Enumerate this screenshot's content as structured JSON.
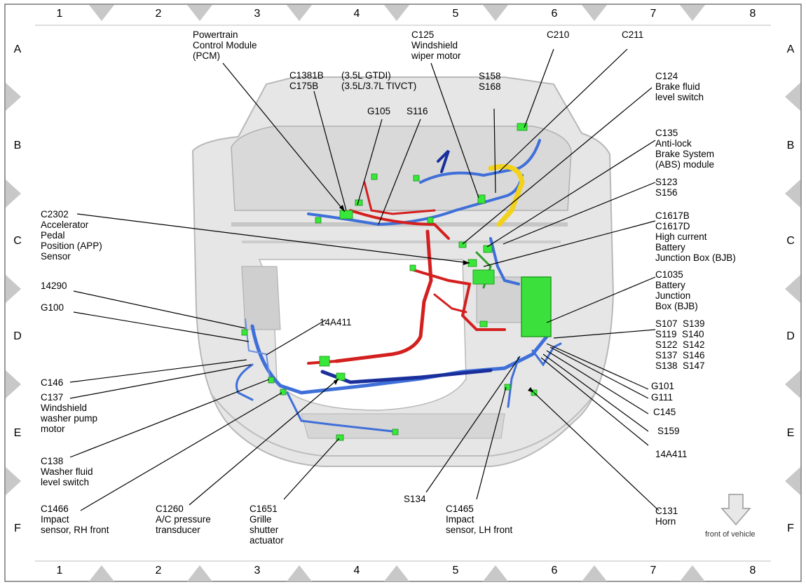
{
  "grid": {
    "columns": [
      "1",
      "2",
      "3",
      "4",
      "5",
      "6",
      "7",
      "8"
    ],
    "rows": [
      "A",
      "B",
      "C",
      "D",
      "E",
      "F"
    ]
  },
  "labels": {
    "pcm": "Powertrain\nControl Module\n(PCM)",
    "c1381b": "C1381B\nC175B",
    "engine_variants": "(3.5L GTDI)\n(3.5L/3.7L TIVCT)",
    "g105": "G105",
    "s116": "S116",
    "c125": "C125\nWindshield\nwiper motor",
    "s158": "S158\nS168",
    "c210": "C210",
    "c211": "C211",
    "c124": "C124\nBrake fluid\nlevel switch",
    "c135": "C135\nAnti-lock\nBrake System\n(ABS) module",
    "s123": "S123\nS156",
    "c1617": "C1617B\nC1617D\nHigh current\nBattery\nJunction Box (BJB)",
    "c1035": "C1035\nBattery\nJunction\nBox (BJB)",
    "splices": "S107  S139\nS119  S140\nS122  S142\nS137  S146\nS138  S147",
    "g101": "G101",
    "g111": "G111",
    "c145": "C145",
    "s159": "S159",
    "14a411_right": "14A411",
    "c131": "C131\nHorn",
    "c2302": "C2302\nAccelerator\nPedal\nPosition (APP)\nSensor",
    "14290": "14290",
    "g100": "G100",
    "14a411_left": "14A411",
    "c146": "C146",
    "c137": "C137\nWindshield\nwasher pump\nmotor",
    "c138": "C138\nWasher fluid\nlevel switch",
    "c1466": "C1466\nImpact\nsensor, RH front",
    "c1260": "C1260\nA/C pressure\ntransducer",
    "c1651": "C1651\nGrille\nshutter\nactuator",
    "s134": "S134",
    "c1465": "C1465\nImpact\nsensor, LH front",
    "front_of_vehicle": "front of vehicle"
  },
  "colors": {
    "harness_blue": "#3f6fd8",
    "harness_dark_blue": "#1a2f9c",
    "harness_red": "#d41f1f",
    "connector_green": "#38e838",
    "harness_yellow": "#f2d21a",
    "body_gray": "#dcdcdc"
  }
}
